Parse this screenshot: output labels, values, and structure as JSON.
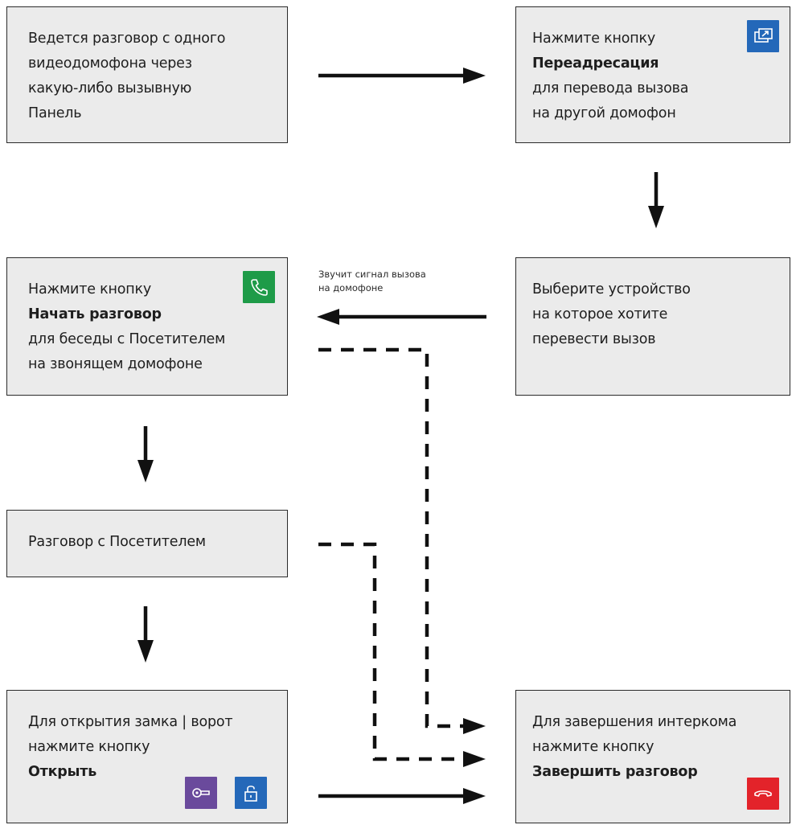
{
  "boxes": {
    "start": {
      "lines": [
        "Ведется разговор с одного",
        "видеодомофона через",
        "какую-либо вызывную",
        "Панель"
      ]
    },
    "redirect": {
      "line1": "Нажмите кнопку",
      "line2_bold": "Переадресация",
      "line3": "для перевода вызова",
      "line4": "на другой домофон",
      "button_icon": "redirect-icon",
      "button_color": "#2468b9"
    },
    "select_device": {
      "lines": [
        "Выберите устройство",
        "на которое хотите",
        "перевести вызов"
      ]
    },
    "start_talk": {
      "line1": "Нажмите кнопку",
      "line2_bold": "Начать разговор",
      "line3": "для беседы с Посетителем",
      "line4": "на звонящем домофоне",
      "button_icon": "phone-icon",
      "button_color": "#1e9b48"
    },
    "talk": {
      "line1": "Разговор с Посетителем"
    },
    "open_lock": {
      "line1": "Для открытия замка | ворот",
      "line2": "нажмите кнопку",
      "line3_bold": "Открыть",
      "button1_icon": "key-icon",
      "button1_color": "#6a4a9c",
      "button2_icon": "unlock-icon",
      "button2_color": "#2468b9"
    },
    "end_call": {
      "line1": "Для завершения интеркома",
      "line2": "нажмите кнопку",
      "line3_bold": "Завершить разговор",
      "button_icon": "hangup-icon",
      "button_color": "#e3232a"
    }
  },
  "annotation": {
    "line1": "Звучит сигнал вызова",
    "line2": "на домофоне"
  },
  "colors": {
    "box_fill": "#ebebeb",
    "box_border": "#2b2b2b",
    "arrow": "#111111"
  }
}
